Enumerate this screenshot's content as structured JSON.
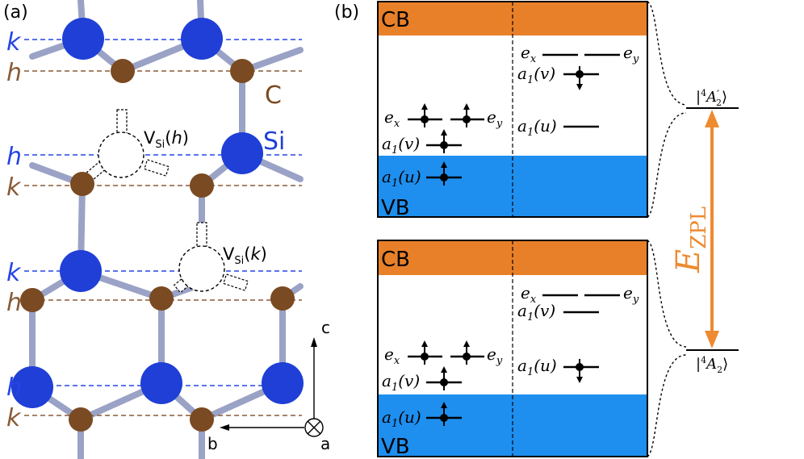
{
  "panel_a": {
    "label": "(a)",
    "layer_labels": {
      "k1": "k",
      "h1": "h",
      "h2": "h",
      "k2": "k",
      "k3": "k",
      "h3": "h",
      "h4": "h",
      "k4": "k"
    },
    "species": {
      "carbon": "C",
      "silicon": "Si"
    },
    "vacancy_h": {
      "main": "V",
      "sub": "Si",
      "site": "h"
    },
    "vacancy_k": {
      "main": "V",
      "sub": "Si",
      "site": "k"
    },
    "axes": {
      "c": "c",
      "b": "b",
      "a": "a"
    },
    "colors": {
      "silicon": "#1f3fd6",
      "carbon": "#7a4a22",
      "bond": "#9aa2c6",
      "hex_line": "#2545e6",
      "cub_line": "#8a5a36"
    }
  },
  "panel_b": {
    "label": "(b)",
    "colors": {
      "cb": "#e8802a",
      "vb": "#1e8fef",
      "zpl_arrow": "#ee8a30"
    },
    "upper_box": {
      "cb_label": "CB",
      "vb_label": "VB",
      "left": {
        "ex": "e",
        "ex_sub": "x",
        "ey": "e",
        "ey_sub": "y",
        "a1v": "a",
        "a1v_sub": "1",
        "a1v_arg": "(v)",
        "a1u": "a",
        "a1u_sub": "1",
        "a1u_arg": "(u)"
      },
      "right": {
        "ex": "e",
        "ex_sub": "x",
        "ey": "e",
        "ey_sub": "y",
        "a1v": "a",
        "a1v_sub": "1",
        "a1v_arg": "(v)",
        "a1u": "a",
        "a1u_sub": "1",
        "a1u_arg": "(u)"
      }
    },
    "lower_box": {
      "cb_label": "CB",
      "vb_label": "VB",
      "left": {
        "ex": "e",
        "ex_sub": "x",
        "ey": "e",
        "ey_sub": "y",
        "a1v": "a",
        "a1v_sub": "1",
        "a1v_arg": "(v)",
        "a1u": "a",
        "a1u_sub": "1",
        "a1u_arg": "(u)"
      },
      "right": {
        "ex": "e",
        "ex_sub": "x",
        "ey": "e",
        "ey_sub": "y",
        "a1v": "a",
        "a1v_sub": "1",
        "a1v_arg": "(v)",
        "a1u": "a",
        "a1u_sub": "1",
        "a1u_arg": "(u)"
      }
    },
    "state_excited": {
      "pre": "|",
      "sup": "4",
      "main": "A",
      "sub": "2",
      "prime": "′",
      "post": "⟩"
    },
    "state_ground": {
      "pre": "|",
      "sup": "4",
      "main": "A",
      "sub": "2",
      "post": "⟩"
    },
    "zpl": {
      "main": "E",
      "sub": "ZPL"
    }
  }
}
